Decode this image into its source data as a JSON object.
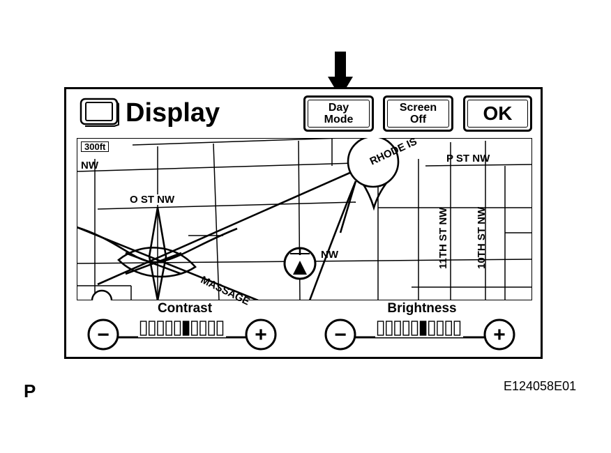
{
  "screen": {
    "title": "Display",
    "buttons": {
      "day_mode_line1": "Day",
      "day_mode_line2": "Mode",
      "screen_off_line1": "Screen",
      "screen_off_line2": "Off",
      "ok": "OK"
    }
  },
  "map": {
    "scale": "300ft",
    "labels": {
      "nw_left": "NW",
      "o_st": "O ST  NW",
      "p_st": "P  ST   NW",
      "nw_mid": "NW",
      "massachusetts": "MASSAGE",
      "rhode": "RHODE IS",
      "eleventh": "11TH  ST  NW",
      "tenth": "10TH  ST  NW"
    }
  },
  "controls": {
    "contrast": {
      "label": "Contrast",
      "level": 0.5,
      "segments": 10
    },
    "brightness": {
      "label": "Brightness",
      "level": 0.5,
      "segments": 10
    },
    "minus_symbol": "−",
    "plus_symbol": "+"
  },
  "figure": {
    "page_letter": "P",
    "code": "E124058E01"
  },
  "icons": {
    "callout": "down-arrow-icon",
    "display": "monitor-icon",
    "vehicle": "vehicle-position-icon"
  }
}
